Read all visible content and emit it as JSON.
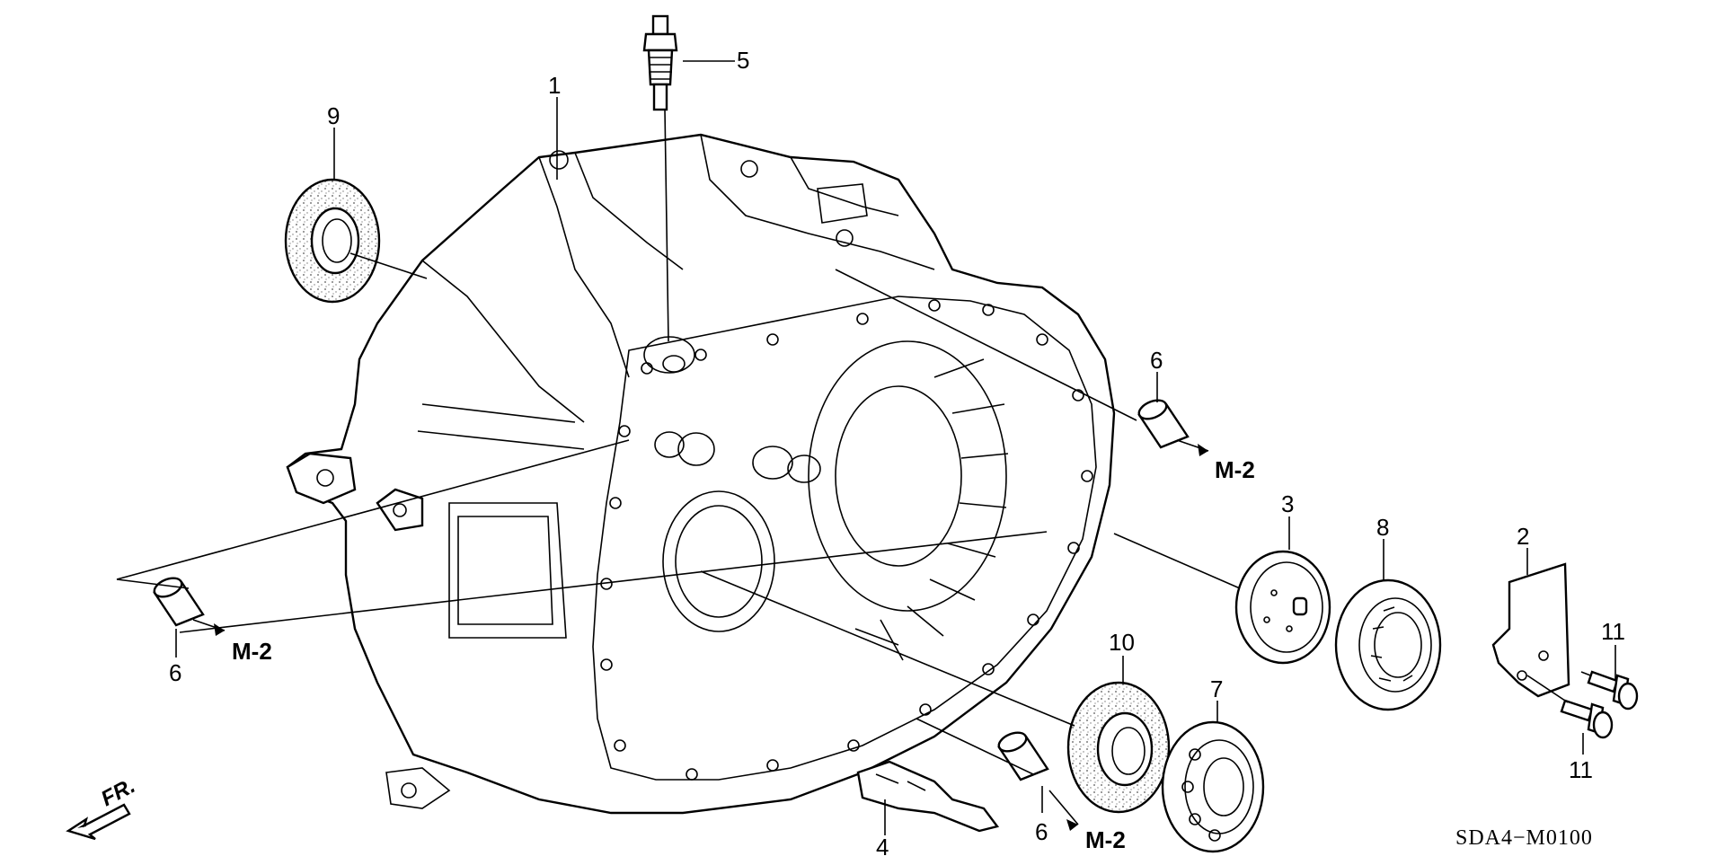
{
  "diagram": {
    "code": "SDA4−M0100",
    "direction_label": "FR.",
    "callouts": [
      {
        "id": "1",
        "label": "1"
      },
      {
        "id": "2",
        "label": "2"
      },
      {
        "id": "3",
        "label": "3"
      },
      {
        "id": "4",
        "label": "4"
      },
      {
        "id": "5",
        "label": "5"
      },
      {
        "id": "6a",
        "label": "6"
      },
      {
        "id": "6b",
        "label": "6"
      },
      {
        "id": "6c",
        "label": "6"
      },
      {
        "id": "7",
        "label": "7"
      },
      {
        "id": "8",
        "label": "8"
      },
      {
        "id": "9",
        "label": "9"
      },
      {
        "id": "10",
        "label": "10"
      },
      {
        "id": "11a",
        "label": "11"
      },
      {
        "id": "11b",
        "label": "11"
      }
    ],
    "references": [
      {
        "id": "m2a",
        "label": "M-2"
      },
      {
        "id": "m2b",
        "label": "M-2"
      },
      {
        "id": "m2c",
        "label": "M-2"
      }
    ]
  }
}
